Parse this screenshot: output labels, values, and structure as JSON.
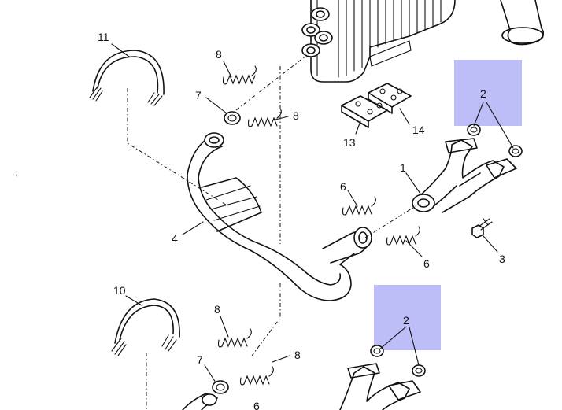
{
  "callouts": {
    "n11": "11",
    "n8a": "8",
    "n7a": "7",
    "n8b": "8",
    "n13": "13",
    "n14": "14",
    "n2a": "2",
    "n1": "1",
    "n6a": "6",
    "n4": "4",
    "n6b": "6",
    "n3": "3",
    "n10": "10",
    "n8c": "8",
    "n2b": "2",
    "n7b": "7",
    "n8d": "8",
    "n6c": "6"
  },
  "highlight_color": "#bdbdf7"
}
